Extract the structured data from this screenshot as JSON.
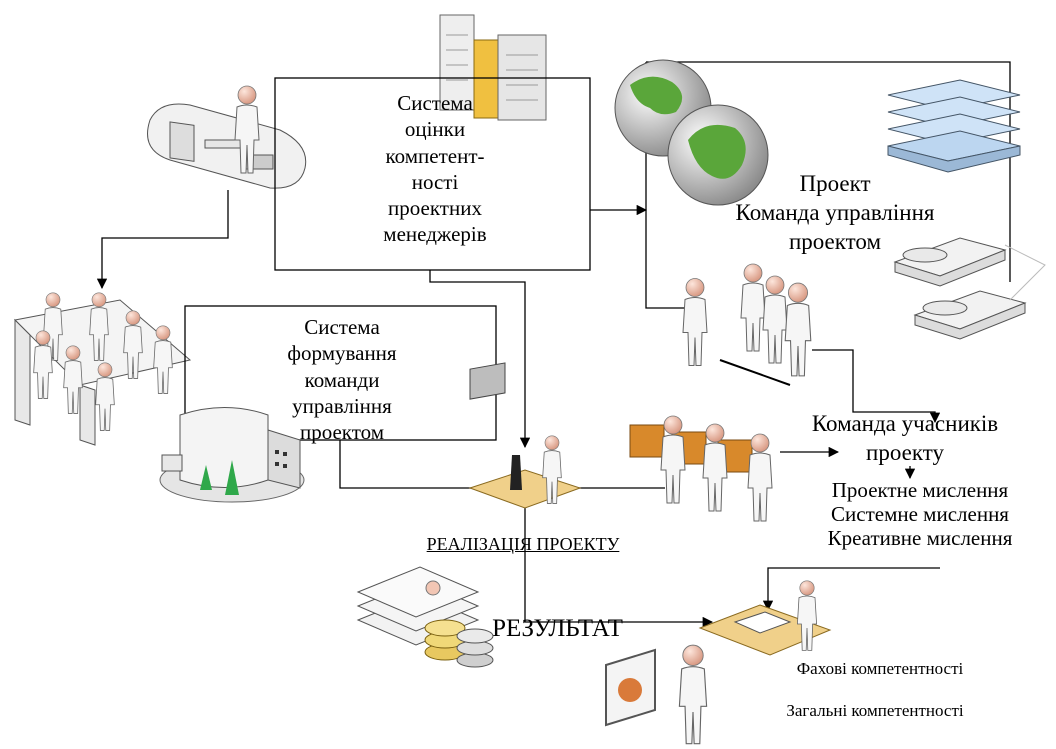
{
  "nodes": {
    "assessment": [
      "Система",
      "оцінки",
      "компетент-",
      "ності",
      "проектних",
      "менеджерів"
    ],
    "team_forming": [
      "Система",
      "формування",
      "команди",
      "управління",
      "проектом"
    ],
    "project_team": [
      "Проект",
      "Команда управління",
      "проектом"
    ],
    "participants": [
      "Команда учасників",
      "проекту"
    ],
    "thinking": [
      "Проектне мислення",
      "Системне мислення",
      "Креативне мислення"
    ],
    "implementation": "РЕАЛІЗАЦІЯ ПРОЕКТУ",
    "result": "РЕЗУЛЬТАТ",
    "competences_prof": "Фахові компетентності",
    "competences_general": "Загальні компетентності"
  },
  "icons": [
    "workstation-icon",
    "server-icon",
    "globe-icon",
    "stacked-servers-icon",
    "telephone-icon",
    "meeting-table-icon",
    "building-icon",
    "team-people-icon",
    "microscope-desk-icon",
    "boxes-people-icon",
    "documents-icon",
    "coins-icon",
    "desk-worker-icon",
    "presentation-icon"
  ],
  "colors": {
    "line": "#000000",
    "person_head": "#f2c6b4",
    "person_body": "#f4f4f4",
    "globe_land": "#5aa63a",
    "globe_sea": "#c9c9c9",
    "server": "#eaeaea",
    "server_accent": "#f0c040",
    "box": "#d8892b"
  }
}
